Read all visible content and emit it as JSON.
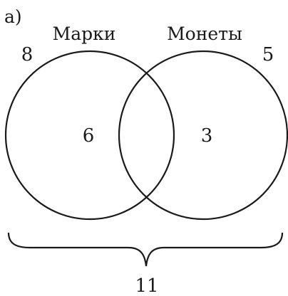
{
  "part_label": "а)",
  "sets": [
    {
      "name": "Марки",
      "count_outside": "8",
      "only_count": "6"
    },
    {
      "name": "Монеты",
      "count_outside": "5",
      "only_count": "3"
    }
  ],
  "total": "11"
}
